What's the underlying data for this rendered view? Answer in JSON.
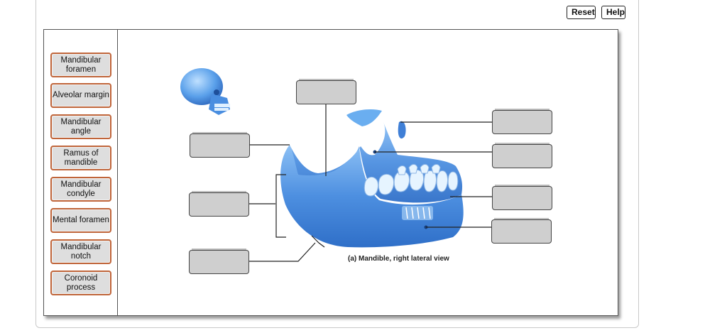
{
  "toolbar": {
    "reset_label": "Reset",
    "help_label": "Help"
  },
  "terms": [
    {
      "label": "Mandibular foramen"
    },
    {
      "label": "Alveolar margin"
    },
    {
      "label": "Mandibular angle"
    },
    {
      "label": "Ramus of mandible"
    },
    {
      "label": "Mandibular condyle"
    },
    {
      "label": "Mental foramen"
    },
    {
      "label": "Mandibular notch"
    },
    {
      "label": "Coronoid process"
    }
  ],
  "figure": {
    "caption": "(a) Mandible, right lateral view"
  },
  "colors": {
    "term_border": "#c0653a",
    "bone": "#4d8fe0",
    "drop_fill": "#cfcfcf"
  }
}
